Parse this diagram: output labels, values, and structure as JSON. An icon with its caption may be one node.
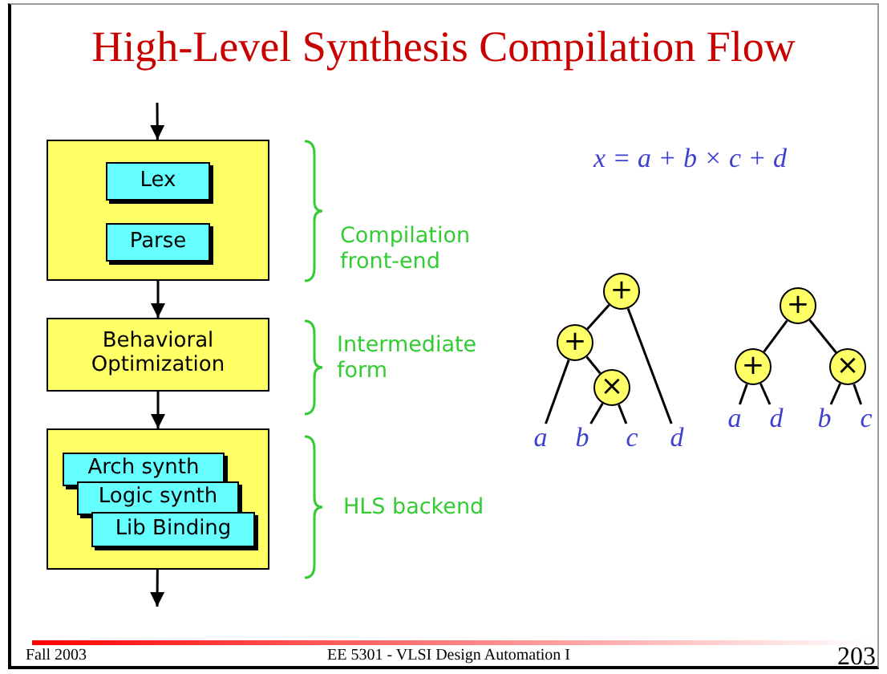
{
  "diagram": {
    "title": "High-Level Synthesis Compilation Flow",
    "nodes": [
      {
        "text": [],
        "shape": "box",
        "beside": [
          "Compilation front-end"
        ]
      },
      {
        "text": [
          "Lex"
        ],
        "in": 0
      },
      {
        "text": [
          "Parse"
        ],
        "in": 0
      },
      {
        "text": [
          "Behavioral Optimization"
        ],
        "beside": [
          "Intermediate form"
        ]
      },
      {
        "text": [],
        "shape": "box",
        "beside": [
          "HLS backend"
        ]
      },
      {
        "text": [
          "Arch synth"
        ],
        "in": 4
      },
      {
        "text": [
          "Logic synth"
        ],
        "in": 4
      },
      {
        "text": [
          "Lib Binding"
        ],
        "in": 4
      },
      {
        "text": [
          "+"
        ]
      },
      {
        "text": [
          "+"
        ]
      },
      {
        "text": [
          "×"
        ]
      },
      {
        "text": [
          "a"
        ]
      },
      {
        "text": [
          "b"
        ]
      },
      {
        "text": [
          "c"
        ]
      },
      {
        "text": [
          "d"
        ]
      },
      {
        "text": [
          "+"
        ]
      },
      {
        "text": [
          "+"
        ]
      },
      {
        "text": [
          "×"
        ]
      },
      {
        "text": [
          "a"
        ]
      },
      {
        "text": [
          "d"
        ]
      },
      {
        "text": [
          "b"
        ]
      },
      {
        "text": [
          "c"
        ]
      }
    ],
    "edges": [
      {
        "from": null,
        "to": 0,
        "arrow": "to"
      },
      {
        "from": 0,
        "to": 3,
        "arrow": "to"
      },
      {
        "from": 3,
        "to": 4,
        "arrow": "to"
      },
      {
        "from": 4,
        "to": null,
        "arrow": "to"
      },
      {
        "from": 8,
        "to": 9,
        "arrow": "none"
      },
      {
        "from": 8,
        "to": 14,
        "arrow": "none"
      },
      {
        "from": 9,
        "to": 11,
        "arrow": "none"
      },
      {
        "from": 9,
        "to": 10,
        "arrow": "none"
      },
      {
        "from": 10,
        "to": 12,
        "arrow": "none"
      },
      {
        "from": 10,
        "to": 13,
        "arrow": "none"
      },
      {
        "from": 15,
        "to": 16,
        "arrow": "none"
      },
      {
        "from": 15,
        "to": 17,
        "arrow": "none"
      },
      {
        "from": 16,
        "to": 18,
        "arrow": "none"
      },
      {
        "from": 16,
        "to": 19,
        "arrow": "none"
      },
      {
        "from": 17,
        "to": 20,
        "arrow": "none"
      },
      {
        "from": 17,
        "to": 21,
        "arrow": "none"
      }
    ],
    "labels": [
      "x = a + b × c + d",
      "Fall 2003",
      "EE 5301 - VLSI Design Automation I",
      "203"
    ]
  }
}
